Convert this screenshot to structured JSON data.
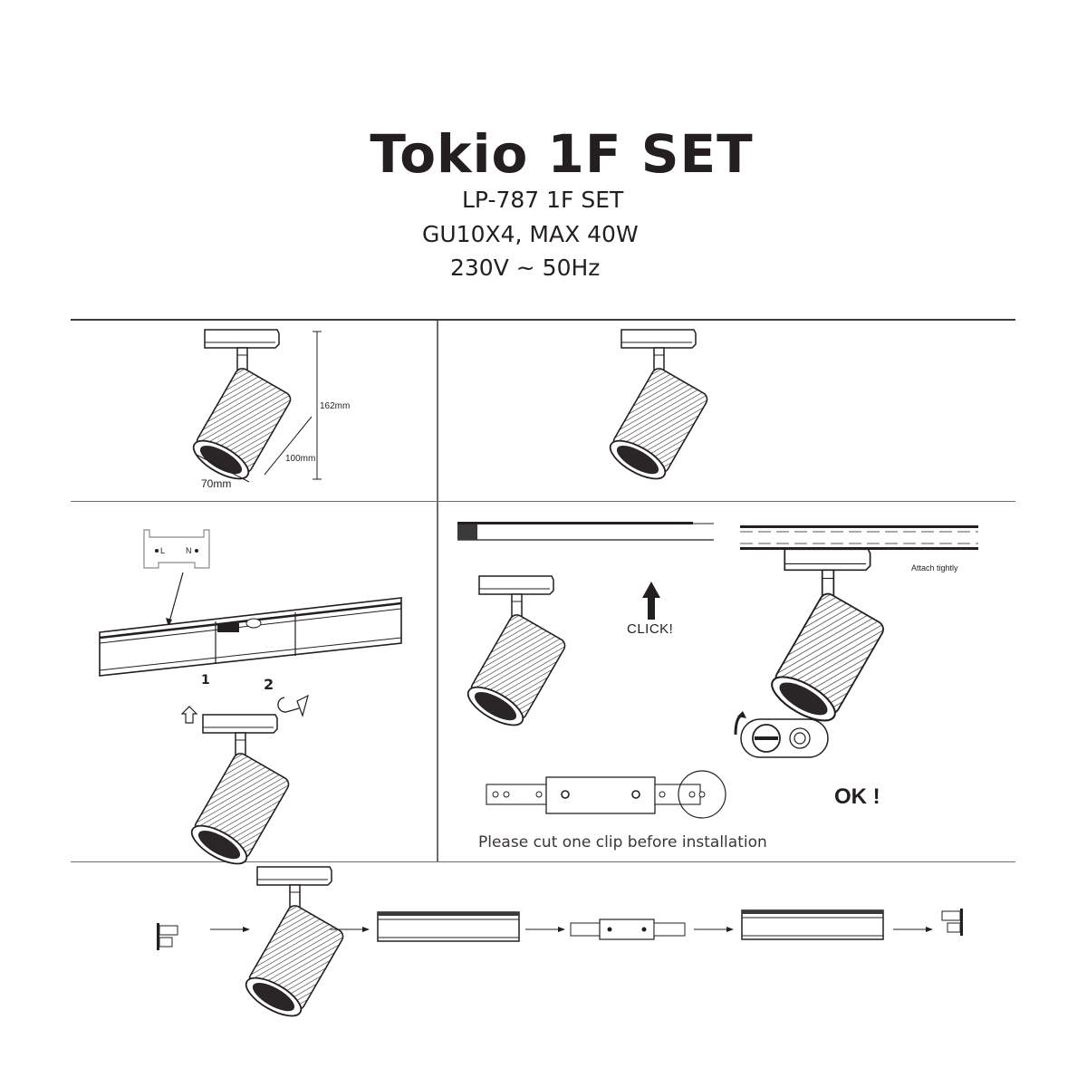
{
  "header": {
    "title": "Tokio 1F SET",
    "model": "LP-787 1F SET",
    "lamp_spec": "GU10X4, MAX 40W",
    "power_spec": "230V ~ 50Hz"
  },
  "panels": {
    "dimensions": {
      "height_label": "162mm",
      "length_label": "100mm",
      "diameter_label": "70mm"
    },
    "product_view": {},
    "track_profile": {
      "live_label": "L",
      "neutral_label": "N",
      "step_1_label": "1",
      "step_2_label": "2"
    },
    "click_install": {
      "click_label": "CLICK!",
      "attach_label": "Attach tightly",
      "ok_label": "OK !",
      "clip_note": "Please cut one clip before installation"
    },
    "assembly_sequence": {
      "items": [
        "end-cap",
        "spotlight",
        "track-section",
        "connector",
        "track-section",
        "end-cap"
      ]
    }
  },
  "colors": {
    "ink": "#231f20",
    "rule": "#3a3a3a",
    "lens": "#2a2526"
  }
}
